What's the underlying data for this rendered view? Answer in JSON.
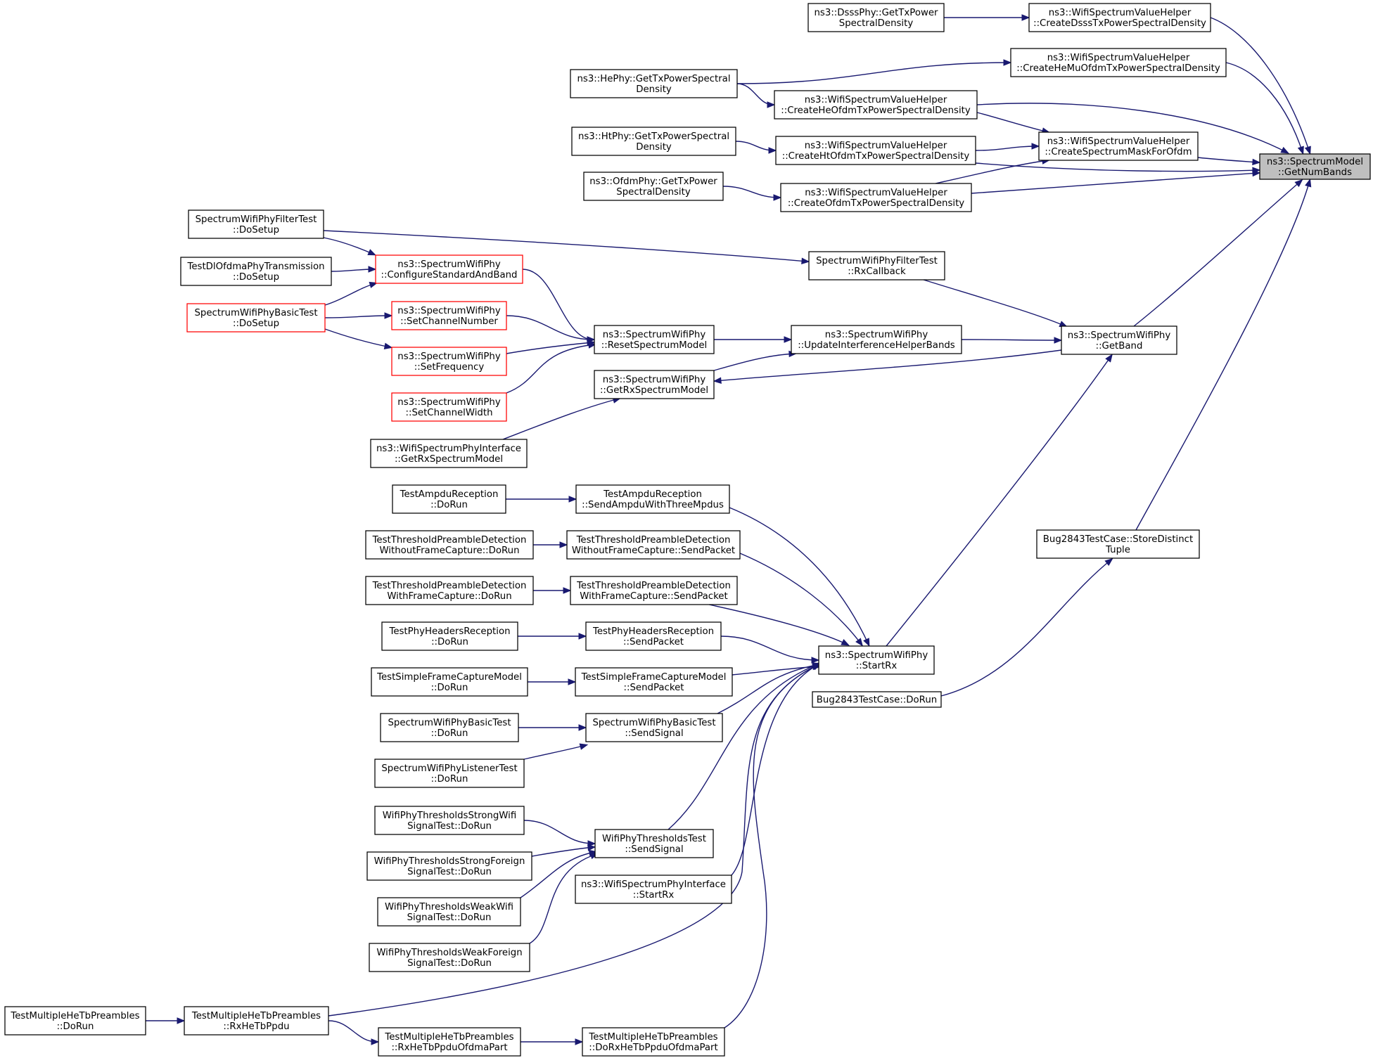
{
  "nodes": [
    {
      "id": "getnumbands",
      "name": "node-spectrum-model-get-num-bands",
      "lines": [
        "ns3::SpectrumModel",
        "::GetNumBands"
      ],
      "style": "focus"
    },
    {
      "id": "dsss_get",
      "name": "node-dsss-phy-get-tx-power-spectral-density",
      "lines": [
        "ns3::DsssPhy::GetTxPower",
        "SpectralDensity"
      ],
      "style": "normal"
    },
    {
      "id": "create_dsss",
      "name": "node-create-dsss-tx-power-spectral-density",
      "lines": [
        "ns3::WifiSpectrumValueHelper",
        "::CreateDsssTxPowerSpectralDensity"
      ],
      "style": "normal"
    },
    {
      "id": "create_hemu",
      "name": "node-create-he-mu-ofdm-tx-power-spectral-density",
      "lines": [
        "ns3::WifiSpectrumValueHelper",
        "::CreateHeMuOfdmTxPowerSpectralDensity"
      ],
      "style": "normal"
    },
    {
      "id": "he_get",
      "name": "node-he-phy-get-tx-power-spectral-density",
      "lines": [
        "ns3::HePhy::GetTxPowerSpectral",
        "Density"
      ],
      "style": "normal"
    },
    {
      "id": "create_heofdm",
      "name": "node-create-he-ofdm-tx-power-spectral-density",
      "lines": [
        "ns3::WifiSpectrumValueHelper",
        "::CreateHeOfdmTxPowerSpectralDensity"
      ],
      "style": "normal"
    },
    {
      "id": "ht_get",
      "name": "node-ht-phy-get-tx-power-spectral-density",
      "lines": [
        "ns3::HtPhy::GetTxPowerSpectral",
        "Density"
      ],
      "style": "normal"
    },
    {
      "id": "create_htofdm",
      "name": "node-create-ht-ofdm-tx-power-spectral-density",
      "lines": [
        "ns3::WifiSpectrumValueHelper",
        "::CreateHtOfdmTxPowerSpectralDensity"
      ],
      "style": "normal"
    },
    {
      "id": "create_mask",
      "name": "node-create-spectrum-mask-for-ofdm",
      "lines": [
        "ns3::WifiSpectrumValueHelper",
        "::CreateSpectrumMaskForOfdm"
      ],
      "style": "normal"
    },
    {
      "id": "ofdm_get",
      "name": "node-ofdm-phy-get-tx-power-spectral-density",
      "lines": [
        "ns3::OfdmPhy::GetTxPower",
        "SpectralDensity"
      ],
      "style": "normal"
    },
    {
      "id": "create_ofdm",
      "name": "node-create-ofdm-tx-power-spectral-density",
      "lines": [
        "ns3::WifiSpectrumValueHelper",
        "::CreateOfdmTxPowerSpectralDensity"
      ],
      "style": "normal"
    },
    {
      "id": "filter_setup",
      "name": "node-spectrum-wifi-phy-filter-test-do-setup",
      "lines": [
        "SpectrumWifiPhyFilterTest",
        "::DoSetup"
      ],
      "style": "normal"
    },
    {
      "id": "dlofdma_setup",
      "name": "node-test-dl-ofdma-phy-transmission-do-setup",
      "lines": [
        "TestDlOfdmaPhyTransmission",
        "::DoSetup"
      ],
      "style": "normal"
    },
    {
      "id": "basic_setup",
      "name": "node-spectrum-wifi-phy-basic-test-do-setup",
      "lines": [
        "SpectrumWifiPhyBasicTest",
        "::DoSetup"
      ],
      "style": "red"
    },
    {
      "id": "configure",
      "name": "node-configure-standard-and-band",
      "lines": [
        "ns3::SpectrumWifiPhy",
        "::ConfigureStandardAndBand"
      ],
      "style": "red"
    },
    {
      "id": "setchannelnumber",
      "name": "node-set-channel-number",
      "lines": [
        "ns3::SpectrumWifiPhy",
        "::SetChannelNumber"
      ],
      "style": "red"
    },
    {
      "id": "setfrequency",
      "name": "node-set-frequency",
      "lines": [
        "ns3::SpectrumWifiPhy",
        "::SetFrequency"
      ],
      "style": "red"
    },
    {
      "id": "setchannelwidth",
      "name": "node-set-channel-width",
      "lines": [
        "ns3::SpectrumWifiPhy",
        "::SetChannelWidth"
      ],
      "style": "red"
    },
    {
      "id": "iface_getrx",
      "name": "node-wifi-spectrum-phy-interface-get-rx-spectrum-model",
      "lines": [
        "ns3::WifiSpectrumPhyInterface",
        "::GetRxSpectrumModel"
      ],
      "style": "normal"
    },
    {
      "id": "reset",
      "name": "node-reset-spectrum-model",
      "lines": [
        "ns3::SpectrumWifiPhy",
        "::ResetSpectrumModel"
      ],
      "style": "normal"
    },
    {
      "id": "getrxmodel",
      "name": "node-get-rx-spectrum-model",
      "lines": [
        "ns3::SpectrumWifiPhy",
        "::GetRxSpectrumModel"
      ],
      "style": "normal"
    },
    {
      "id": "filter_rxcb",
      "name": "node-spectrum-wifi-phy-filter-test-rx-callback",
      "lines": [
        "SpectrumWifiPhyFilterTest",
        "::RxCallback"
      ],
      "style": "normal"
    },
    {
      "id": "update",
      "name": "node-update-interference-helper-bands",
      "lines": [
        "ns3::SpectrumWifiPhy",
        "::UpdateInterferenceHelperBands"
      ],
      "style": "normal"
    },
    {
      "id": "getband",
      "name": "node-spectrum-wifi-phy-get-band",
      "lines": [
        "ns3::SpectrumWifiPhy",
        "::GetBand"
      ],
      "style": "normal"
    },
    {
      "id": "bug_store",
      "name": "node-bug2843-store-distinct-tuple",
      "lines": [
        "Bug2843TestCase::StoreDistinct",
        "Tuple"
      ],
      "style": "normal"
    },
    {
      "id": "bug_dorun",
      "name": "node-bug2843-do-run",
      "lines": [
        "Bug2843TestCase::DoRun"
      ],
      "style": "normal"
    },
    {
      "id": "startrx",
      "name": "node-spectrum-wifi-phy-start-rx",
      "lines": [
        "ns3::SpectrumWifiPhy",
        "::StartRx"
      ],
      "style": "normal"
    },
    {
      "id": "ampdu_dorun",
      "name": "node-test-ampdu-reception-do-run",
      "lines": [
        "TestAmpduReception",
        "::DoRun"
      ],
      "style": "normal"
    },
    {
      "id": "ampdu_send",
      "name": "node-test-ampdu-reception-send-ampdu",
      "lines": [
        "TestAmpduReception",
        "::SendAmpduWithThreeMpdus"
      ],
      "style": "normal"
    },
    {
      "id": "wo_dorun",
      "name": "node-threshold-preamble-without-capture-do-run",
      "lines": [
        "TestThresholdPreambleDetection",
        "WithoutFrameCapture::DoRun"
      ],
      "style": "normal"
    },
    {
      "id": "wo_send",
      "name": "node-threshold-preamble-without-capture-send-packet",
      "lines": [
        "TestThresholdPreambleDetection",
        "WithoutFrameCapture::SendPacket"
      ],
      "style": "normal"
    },
    {
      "id": "w_dorun",
      "name": "node-threshold-preamble-with-capture-do-run",
      "lines": [
        "TestThresholdPreambleDetection",
        "WithFrameCapture::DoRun"
      ],
      "style": "normal"
    },
    {
      "id": "w_send",
      "name": "node-threshold-preamble-with-capture-send-packet",
      "lines": [
        "TestThresholdPreambleDetection",
        "WithFrameCapture::SendPacket"
      ],
      "style": "normal"
    },
    {
      "id": "hdr_dorun",
      "name": "node-test-phy-headers-reception-do-run",
      "lines": [
        "TestPhyHeadersReception",
        "::DoRun"
      ],
      "style": "normal"
    },
    {
      "id": "hdr_send",
      "name": "node-test-phy-headers-reception-send-packet",
      "lines": [
        "TestPhyHeadersReception",
        "::SendPacket"
      ],
      "style": "normal"
    },
    {
      "id": "sfc_dorun",
      "name": "node-test-simple-frame-capture-do-run",
      "lines": [
        "TestSimpleFrameCaptureModel",
        "::DoRun"
      ],
      "style": "normal"
    },
    {
      "id": "sfc_send",
      "name": "node-test-simple-frame-capture-send-packet",
      "lines": [
        "TestSimpleFrameCaptureModel",
        "::SendPacket"
      ],
      "style": "normal"
    },
    {
      "id": "basic_dorun",
      "name": "node-spectrum-wifi-phy-basic-test-do-run",
      "lines": [
        "SpectrumWifiPhyBasicTest",
        "::DoRun"
      ],
      "style": "normal"
    },
    {
      "id": "basic_send",
      "name": "node-spectrum-wifi-phy-basic-test-send-signal",
      "lines": [
        "SpectrumWifiPhyBasicTest",
        "::SendSignal"
      ],
      "style": "normal"
    },
    {
      "id": "listener_dorun",
      "name": "node-spectrum-wifi-phy-listener-test-do-run",
      "lines": [
        "SpectrumWifiPhyListenerTest",
        "::DoRun"
      ],
      "style": "normal"
    },
    {
      "id": "strongwifi",
      "name": "node-thresholds-strong-wifi-do-run",
      "lines": [
        "WifiPhyThresholdsStrongWifi",
        "SignalTest::DoRun"
      ],
      "style": "normal"
    },
    {
      "id": "strongforeign",
      "name": "node-thresholds-strong-foreign-do-run",
      "lines": [
        "WifiPhyThresholdsStrongForeign",
        "SignalTest::DoRun"
      ],
      "style": "normal"
    },
    {
      "id": "weakwifi",
      "name": "node-thresholds-weak-wifi-do-run",
      "lines": [
        "WifiPhyThresholdsWeakWifi",
        "SignalTest::DoRun"
      ],
      "style": "normal"
    },
    {
      "id": "weakforeign",
      "name": "node-thresholds-weak-foreign-do-run",
      "lines": [
        "WifiPhyThresholdsWeakForeign",
        "SignalTest::DoRun"
      ],
      "style": "normal"
    },
    {
      "id": "thr_send",
      "name": "node-wifi-phy-thresholds-test-send-signal",
      "lines": [
        "WifiPhyThresholdsTest",
        "::SendSignal"
      ],
      "style": "normal"
    },
    {
      "id": "iface_startrx",
      "name": "node-wifi-spectrum-phy-interface-start-rx",
      "lines": [
        "ns3::WifiSpectrumPhyInterface",
        "::StartRx"
      ],
      "style": "normal"
    },
    {
      "id": "mhe_dorun",
      "name": "node-test-multiple-he-tb-preambles-do-run",
      "lines": [
        "TestMultipleHeTbPreambles",
        "::DoRun"
      ],
      "style": "normal"
    },
    {
      "id": "mhe_rx",
      "name": "node-test-multiple-he-tb-preambles-rx-he-tb-ppdu",
      "lines": [
        "TestMultipleHeTbPreambles",
        "::RxHeTbPpdu"
      ],
      "style": "normal"
    },
    {
      "id": "mhe_rxofdma",
      "name": "node-test-multiple-he-tb-preambles-rx-ofdma-part",
      "lines": [
        "TestMultipleHeTbPreambles",
        "::RxHeTbPpduOfdmaPart"
      ],
      "style": "normal"
    },
    {
      "id": "mhe_dorxofdma",
      "name": "node-test-multiple-he-tb-preambles-do-rx-ofdma-part",
      "lines": [
        "TestMultipleHeTbPreambles",
        "::DoRxHeTbPpduOfdmaPart"
      ],
      "style": "normal"
    }
  ],
  "edges": [
    {
      "from": "dsss_get",
      "to": "create_dsss"
    },
    {
      "from": "create_dsss",
      "to": "getnumbands"
    },
    {
      "from": "he_get",
      "to": "create_hemu"
    },
    {
      "from": "create_hemu",
      "to": "getnumbands"
    },
    {
      "from": "he_get",
      "to": "create_heofdm"
    },
    {
      "from": "create_heofdm",
      "to": "getnumbands"
    },
    {
      "from": "create_heofdm",
      "to": "create_mask"
    },
    {
      "from": "ht_get",
      "to": "create_htofdm"
    },
    {
      "from": "create_htofdm",
      "to": "create_mask"
    },
    {
      "from": "create_htofdm",
      "to": "getnumbands"
    },
    {
      "from": "create_mask",
      "to": "getnumbands"
    },
    {
      "from": "ofdm_get",
      "to": "create_ofdm"
    },
    {
      "from": "create_ofdm",
      "to": "create_mask"
    },
    {
      "from": "create_ofdm",
      "to": "getnumbands"
    },
    {
      "from": "filter_setup",
      "to": "filter_rxcb"
    },
    {
      "from": "filter_setup",
      "to": "configure"
    },
    {
      "from": "dlofdma_setup",
      "to": "configure"
    },
    {
      "from": "basic_setup",
      "to": "configure"
    },
    {
      "from": "basic_setup",
      "to": "setchannelnumber"
    },
    {
      "from": "basic_setup",
      "to": "setfrequency"
    },
    {
      "from": "configure",
      "to": "reset"
    },
    {
      "from": "setchannelnumber",
      "to": "reset"
    },
    {
      "from": "setfrequency",
      "to": "reset"
    },
    {
      "from": "setchannelwidth",
      "to": "reset"
    },
    {
      "from": "reset",
      "to": "update"
    },
    {
      "from": "iface_getrx",
      "to": "getrxmodel"
    },
    {
      "from": "getband",
      "to": "getrxmodel"
    },
    {
      "from": "getrxmodel",
      "to": "update"
    },
    {
      "from": "update",
      "to": "getband"
    },
    {
      "from": "filter_rxcb",
      "to": "getband"
    },
    {
      "from": "getband",
      "to": "getnumbands"
    },
    {
      "from": "startrx",
      "to": "getband"
    },
    {
      "from": "bug_store",
      "to": "getnumbands"
    },
    {
      "from": "bug_dorun",
      "to": "bug_store"
    },
    {
      "from": "ampdu_dorun",
      "to": "ampdu_send"
    },
    {
      "from": "ampdu_send",
      "to": "startrx"
    },
    {
      "from": "wo_dorun",
      "to": "wo_send"
    },
    {
      "from": "wo_send",
      "to": "startrx"
    },
    {
      "from": "w_dorun",
      "to": "w_send"
    },
    {
      "from": "w_send",
      "to": "startrx"
    },
    {
      "from": "hdr_dorun",
      "to": "hdr_send"
    },
    {
      "from": "hdr_send",
      "to": "startrx"
    },
    {
      "from": "sfc_dorun",
      "to": "sfc_send"
    },
    {
      "from": "sfc_send",
      "to": "startrx"
    },
    {
      "from": "basic_dorun",
      "to": "basic_send"
    },
    {
      "from": "listener_dorun",
      "to": "basic_send"
    },
    {
      "from": "basic_send",
      "to": "startrx"
    },
    {
      "from": "strongwifi",
      "to": "thr_send"
    },
    {
      "from": "strongforeign",
      "to": "thr_send"
    },
    {
      "from": "weakwifi",
      "to": "thr_send"
    },
    {
      "from": "weakforeign",
      "to": "thr_send"
    },
    {
      "from": "thr_send",
      "to": "startrx"
    },
    {
      "from": "iface_startrx",
      "to": "startrx"
    },
    {
      "from": "mhe_dorun",
      "to": "mhe_rx"
    },
    {
      "from": "mhe_rx",
      "to": "startrx"
    },
    {
      "from": "mhe_rx",
      "to": "mhe_rxofdma"
    },
    {
      "from": "mhe_rxofdma",
      "to": "mhe_dorxofdma"
    },
    {
      "from": "mhe_dorxofdma",
      "to": "startrx"
    }
  ],
  "colors": {
    "edge": "#191970",
    "node_border": "#000000",
    "node_border_incomplete": "#ff0000",
    "focus_fill": "#bfbfbf",
    "background": "#ffffff"
  }
}
